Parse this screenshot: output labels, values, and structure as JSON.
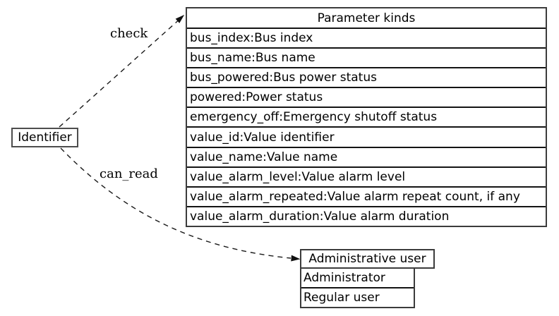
{
  "diagram": {
    "colors": {
      "line": "#000000",
      "background": "#ffffff"
    },
    "identifier_node": {
      "label": "Identifier"
    },
    "edges": [
      {
        "label": "check",
        "from": "Identifier",
        "to": "Parameter kinds",
        "style": "dashed"
      },
      {
        "label": "can_read",
        "from": "Identifier",
        "to": "Administrative user",
        "style": "dashed"
      }
    ],
    "param_table": {
      "title": "Parameter kinds",
      "rows": [
        "bus_index:Bus index",
        "bus_name:Bus name",
        "bus_powered:Bus power status",
        "powered:Power status",
        "emergency_off:Emergency shutoff status",
        "value_id:Value identifier",
        "value_name:Value name",
        "value_alarm_level:Value alarm level",
        "value_alarm_repeated:Value alarm repeat count, if any",
        "value_alarm_duration:Value alarm duration"
      ]
    },
    "user_table": {
      "title": "Administrative user",
      "rows": [
        "Administrator",
        "Regular user"
      ]
    }
  }
}
